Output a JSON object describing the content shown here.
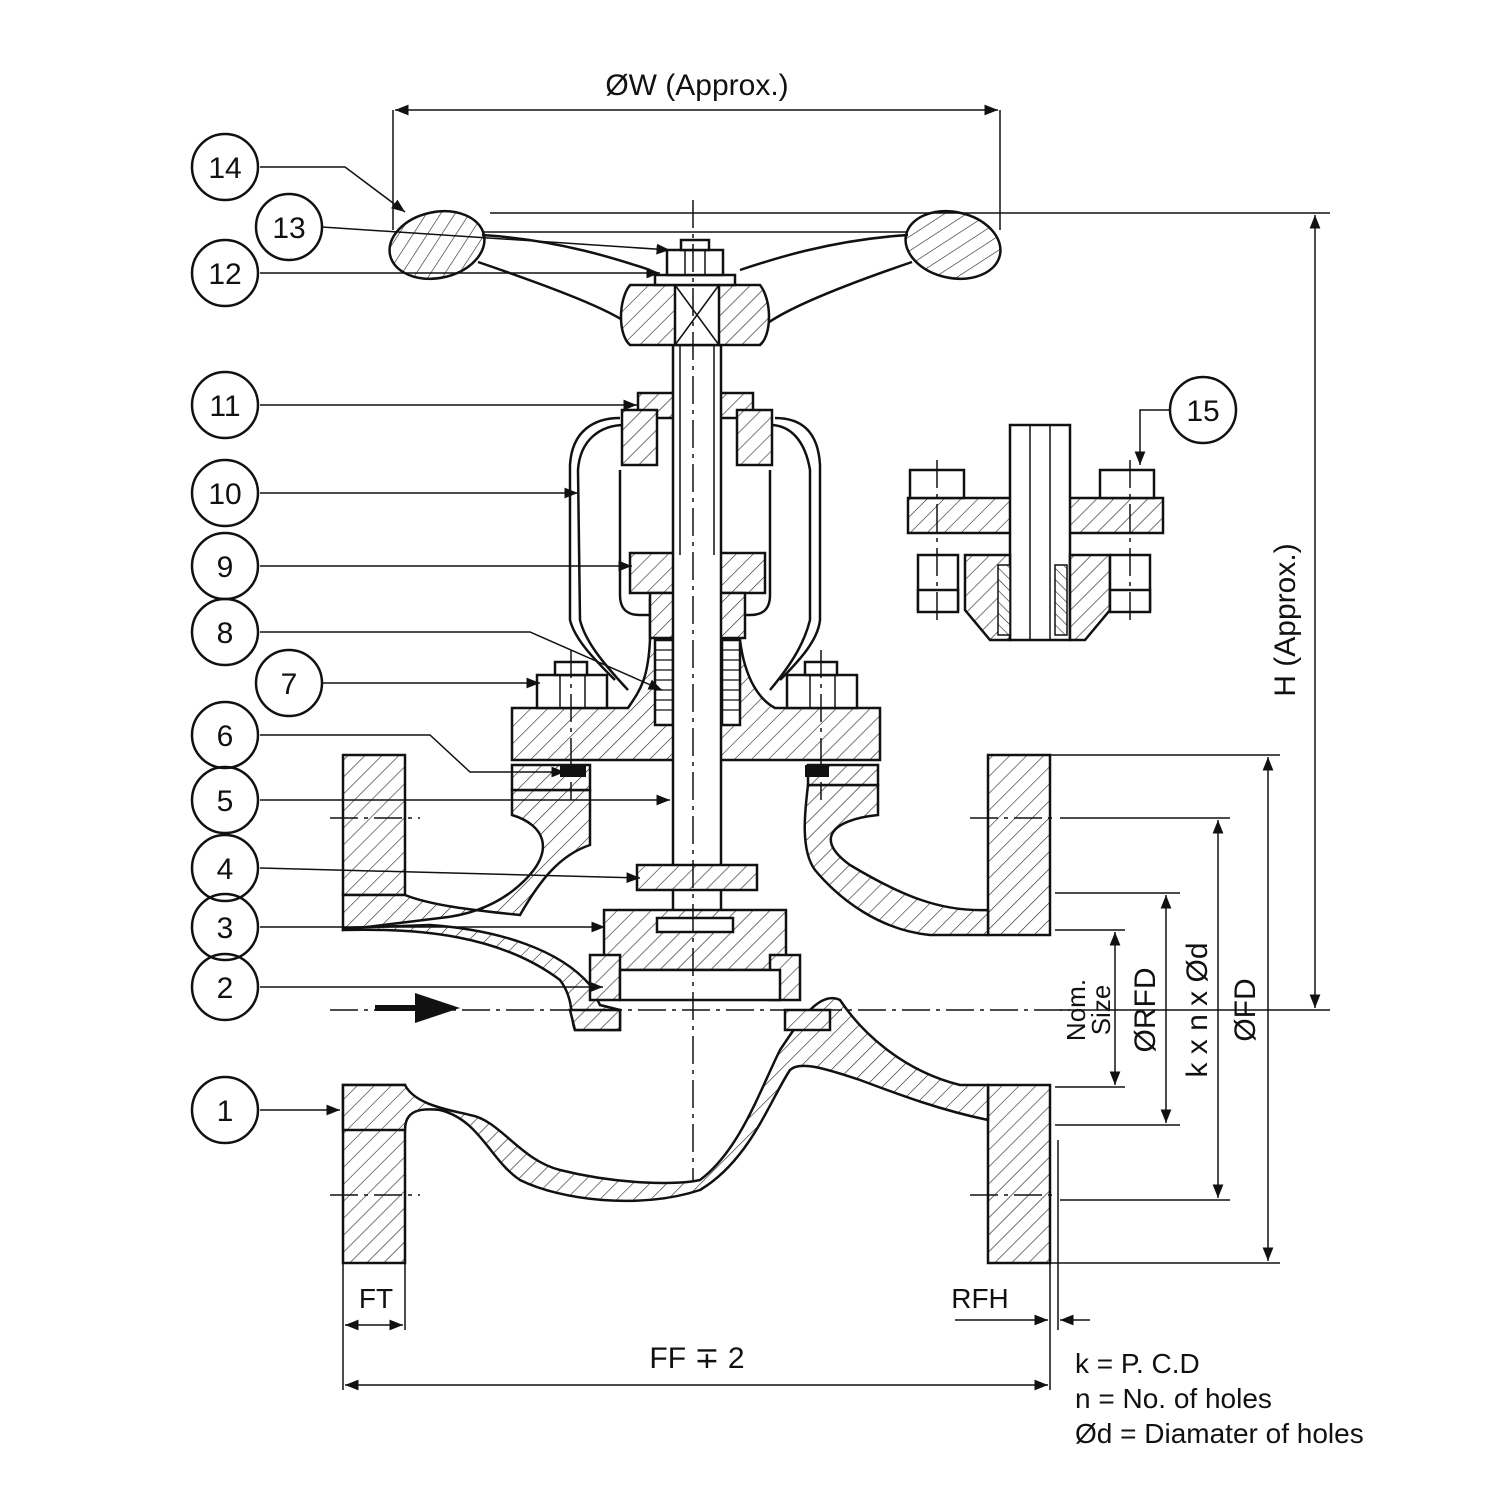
{
  "dimensions": {
    "handwheel_dia": "ØW (Approx.)",
    "height": "H (Approx.)",
    "face_to_face": "FF ∓ 2",
    "flange_thickness": "FT",
    "raised_face_height": "RFH",
    "nominal_size_line1": "Nom.",
    "nominal_size_line2": "Size",
    "raised_face_dia": "ØRFD",
    "bolt_pattern": "k x n x Ød",
    "flange_dia": "ØFD"
  },
  "callouts": [
    "1",
    "2",
    "3",
    "4",
    "5",
    "6",
    "7",
    "8",
    "9",
    "10",
    "11",
    "12",
    "13",
    "14",
    "15"
  ],
  "legend": [
    "k = P. C.D",
    "n = No. of holes",
    "Ød = Diamater of holes"
  ]
}
